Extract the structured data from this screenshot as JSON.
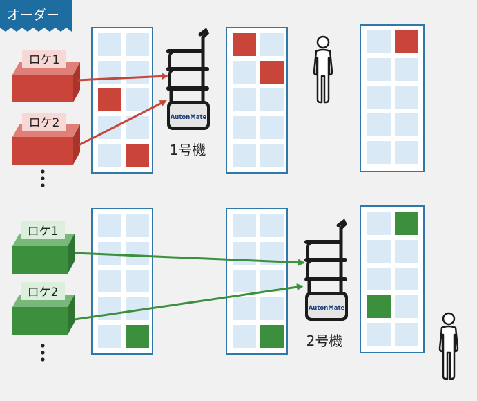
{
  "order_tag": {
    "label": "オーダー",
    "bg": "#1e6da0"
  },
  "colors": {
    "red": "#c9453a",
    "red_top": "#e07f77",
    "red_side": "#a9342c",
    "red_label": "#f7d8d5",
    "green": "#3b8f3d",
    "green_top": "#78b878",
    "green_side": "#2d7530",
    "green_label": "#dcefdc",
    "shelf_frame": "#2f78a8",
    "cell": "#d9e9f6",
    "robot_dark": "#1b1b1b",
    "robot_body": "#e5e5e5"
  },
  "robot_brand": "AutonMate",
  "top": {
    "loc_labels": [
      "ロケ1",
      "ロケ2"
    ],
    "robot_label": "1号機"
  },
  "bottom": {
    "loc_labels": [
      "ロケ1",
      "ロケ2"
    ],
    "robot_label": "2号機"
  },
  "icons": [
    "person-icon",
    "robot-cart-icon",
    "vertical-ellipsis-icon"
  ]
}
